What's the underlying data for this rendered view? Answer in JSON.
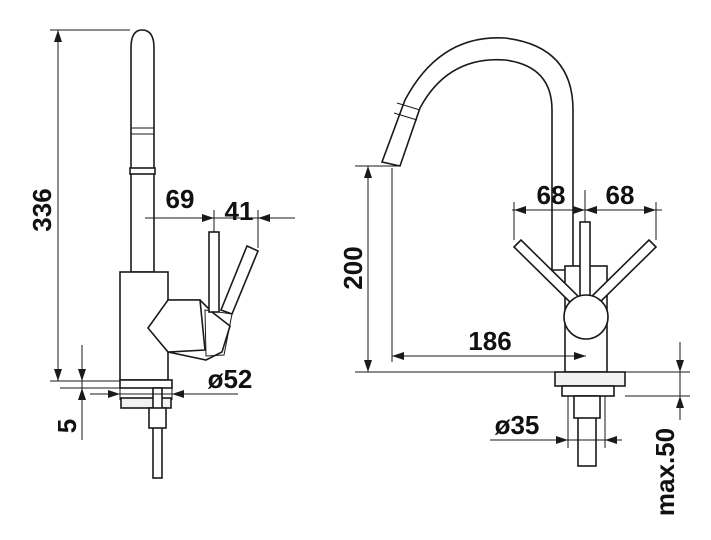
{
  "side_view": {
    "dim_height": "336",
    "dim_spout_reach": "69",
    "dim_lever_offset": "41",
    "dim_base_diameter": "ø52",
    "dim_base_thickness": "5"
  },
  "front_view": {
    "dim_spout_height": "200",
    "dim_left_lever": "68",
    "dim_right_lever": "68",
    "dim_spout_reach": "186",
    "dim_shank_diameter": "ø35",
    "dim_max_counter": "max.50"
  },
  "colors": {
    "stroke": "#1a1a1a",
    "fill": "#ffffff",
    "text": "#111111"
  }
}
